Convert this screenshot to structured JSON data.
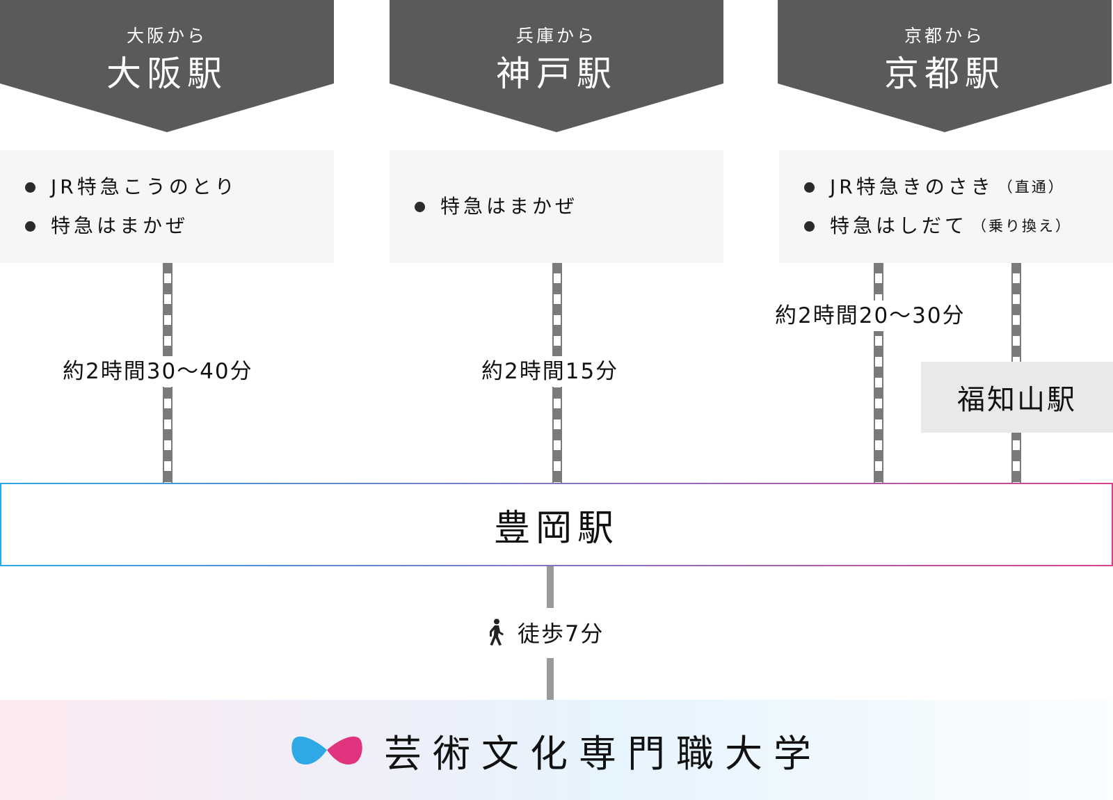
{
  "origins": [
    {
      "from": "大阪から",
      "station": "大阪駅",
      "trains": [
        {
          "name": "JR特急こうのとり",
          "note": ""
        },
        {
          "name": "特急はまかぜ",
          "note": ""
        }
      ],
      "duration": "約2時間30〜40分"
    },
    {
      "from": "兵庫から",
      "station": "神戸駅",
      "trains": [
        {
          "name": "特急はまかぜ",
          "note": ""
        }
      ],
      "duration": "約2時間15分"
    },
    {
      "from": "京都から",
      "station": "京都駅",
      "trains": [
        {
          "name": "JR特急きのさき",
          "note": "（直通）"
        },
        {
          "name": "特急はしだて",
          "note": "（乗り換え）"
        }
      ],
      "duration": "約2時間20〜30分"
    }
  ],
  "transfer_station": "福知山駅",
  "destination_station": "豊岡駅",
  "walk": {
    "icon": "walking-person-icon",
    "label": "徒歩7分"
  },
  "university": {
    "name": "芸術文化専門職大学",
    "logo_colors": [
      "#2fa9e6",
      "#e0347f"
    ]
  },
  "colors": {
    "header_bg": "#5a5a5a",
    "card_bg": "#f6f6f6",
    "track": "#7a7a7a",
    "gradient_start": "#2aa8e8",
    "gradient_end": "#d9408a"
  }
}
